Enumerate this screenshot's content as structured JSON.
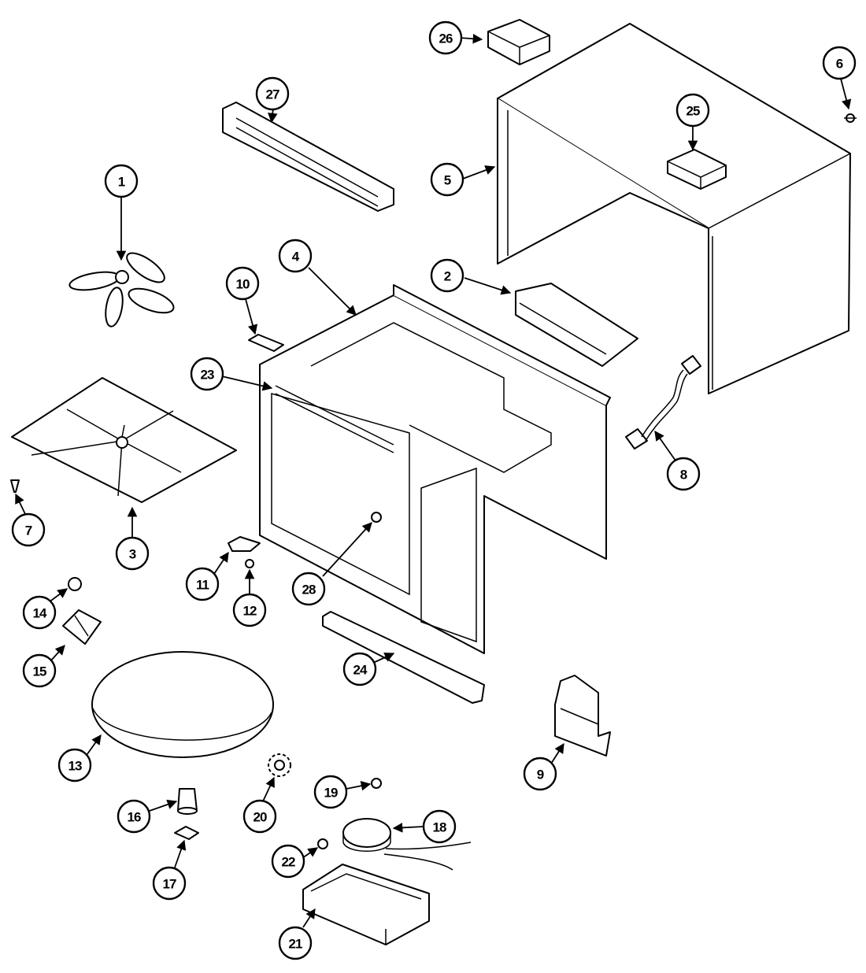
{
  "diagram": {
    "callouts": [
      {
        "id": "c1",
        "label": "1"
      },
      {
        "id": "c2",
        "label": "2"
      },
      {
        "id": "c3",
        "label": "3"
      },
      {
        "id": "c4",
        "label": "4"
      },
      {
        "id": "c5",
        "label": "5"
      },
      {
        "id": "c6",
        "label": "6"
      },
      {
        "id": "c7",
        "label": "7"
      },
      {
        "id": "c8",
        "label": "8"
      },
      {
        "id": "c9",
        "label": "9"
      },
      {
        "id": "c10",
        "label": "10"
      },
      {
        "id": "c11",
        "label": "11"
      },
      {
        "id": "c12",
        "label": "12"
      },
      {
        "id": "c13",
        "label": "13"
      },
      {
        "id": "c14",
        "label": "14"
      },
      {
        "id": "c15",
        "label": "15"
      },
      {
        "id": "c16",
        "label": "16"
      },
      {
        "id": "c17",
        "label": "17"
      },
      {
        "id": "c18",
        "label": "18"
      },
      {
        "id": "c19",
        "label": "19"
      },
      {
        "id": "c20",
        "label": "20"
      },
      {
        "id": "c21",
        "label": "21"
      },
      {
        "id": "c22",
        "label": "22"
      },
      {
        "id": "c23",
        "label": "23"
      },
      {
        "id": "c24",
        "label": "24"
      },
      {
        "id": "c25",
        "label": "25"
      },
      {
        "id": "c26",
        "label": "26"
      },
      {
        "id": "c27",
        "label": "27"
      },
      {
        "id": "c28",
        "label": "28"
      }
    ]
  }
}
